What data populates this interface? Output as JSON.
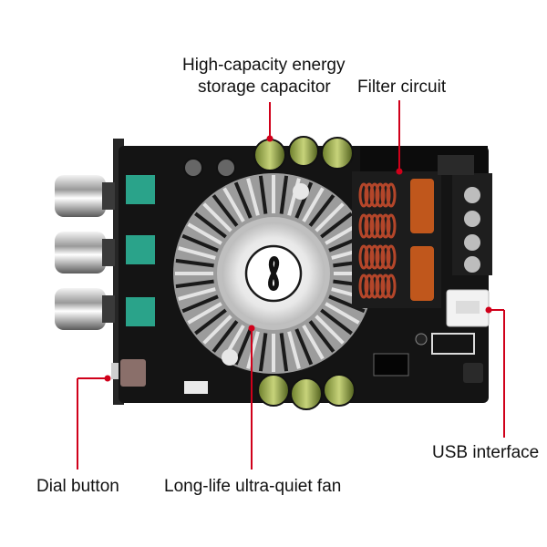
{
  "labels": {
    "capacitor_line1": "High-capacity energy",
    "capacitor_line2": "storage capacitor",
    "filter": "Filter circuit",
    "usb": "USB interface",
    "dial": "Dial button",
    "fan": "Long-life ultra-quiet fan"
  },
  "colors": {
    "callout": "#d0001a",
    "board": "#141414",
    "teal": "#2aa38a",
    "copper": "#b4462a",
    "film_cap": "#c0571c"
  },
  "icons": {
    "fan_logo": "infinity-icon"
  }
}
